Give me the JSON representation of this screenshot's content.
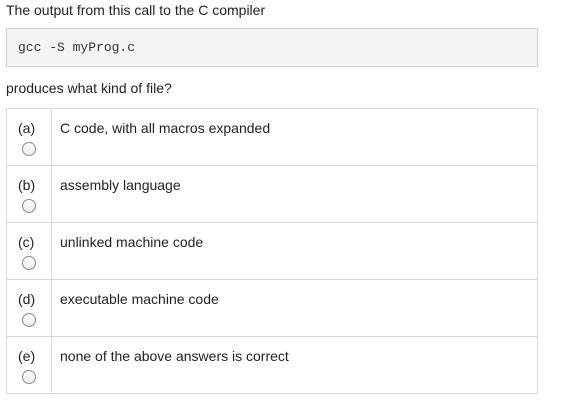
{
  "question": {
    "text": "The output from this call to the C compiler",
    "code": "gcc -S myProg.c",
    "prompt": "produces what kind of file?"
  },
  "options": [
    {
      "letter": "(a)",
      "text": "C code, with all macros expanded"
    },
    {
      "letter": "(b)",
      "text": "assembly language"
    },
    {
      "letter": "(c)",
      "text": "unlinked machine code"
    },
    {
      "letter": "(d)",
      "text": "executable machine code"
    },
    {
      "letter": "(e)",
      "text": "none of the above answers is correct"
    }
  ]
}
